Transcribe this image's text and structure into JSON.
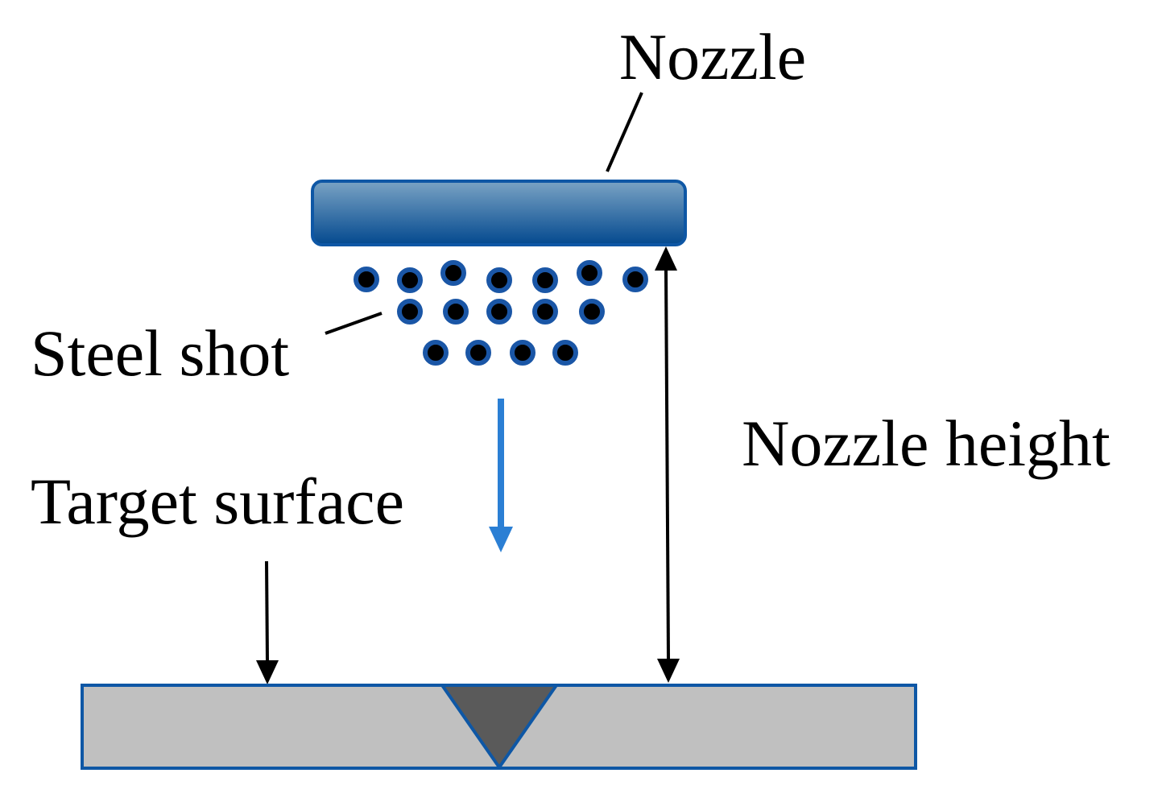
{
  "labels": {
    "nozzle": "Nozzle",
    "steel_shot": "Steel shot",
    "target_surface": "Target surface",
    "nozzle_height": "Nozzle height"
  },
  "colors": {
    "nozzle_top": "#7aa3c4",
    "nozzle_bottom": "#03498f",
    "nozzle_border": "#0e57a5",
    "shot_fill": "#000000",
    "shot_ring": "#1a56a6",
    "flow_arrow": "#2b7fd4",
    "plate_fill": "#c0c0c0",
    "plate_border": "#0e57a5",
    "notch_fill": "#5a5a5a",
    "line": "#000000"
  },
  "icons": {
    "flow_direction": "down-arrow",
    "height_dimension": "double-headed-arrow",
    "surface_pointer": "down-arrow"
  }
}
